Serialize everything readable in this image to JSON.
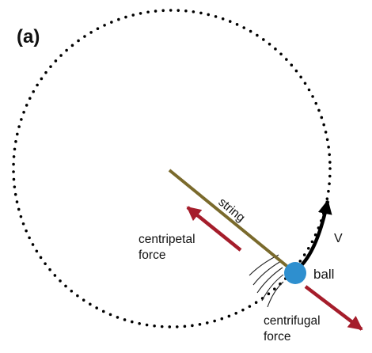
{
  "panel_label": "(a)",
  "labels": {
    "string": "string",
    "velocity": "V",
    "ball": "ball",
    "centripetal_line1": "centripetal",
    "centripetal_line2": "force",
    "centrifugal_line1": "centrifugal",
    "centrifugal_line2": "force"
  },
  "colors": {
    "orbit_dots": "#000000",
    "string": "#7a6a2c",
    "ball": "#2e8fcf",
    "force_arrows": "#a51d2b",
    "velocity_arrow": "#000000",
    "motion_lines": "#222222",
    "text": "#111111"
  }
}
